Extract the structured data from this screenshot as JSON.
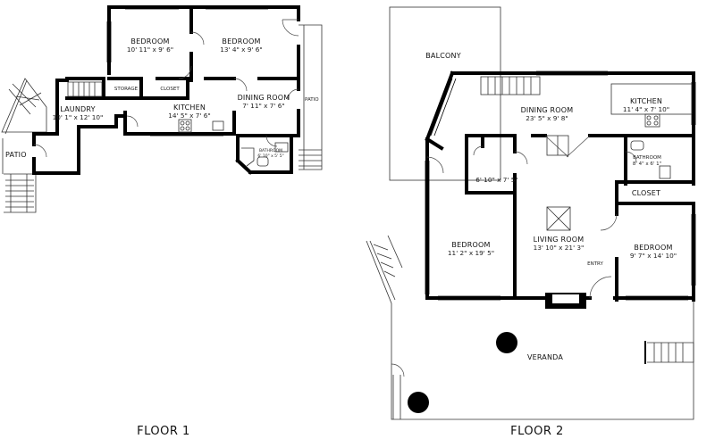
{
  "floor1": {
    "label": "FLOOR 1",
    "rooms": {
      "bedroom_a": {
        "name": "BEDROOM",
        "dim": "10' 11\" x 9' 6\""
      },
      "bedroom_b": {
        "name": "BEDROOM",
        "dim": "13' 4\" x 9' 6\""
      },
      "storage": {
        "name": "STORAGE"
      },
      "closet": {
        "name": "CLOSET"
      },
      "laundry": {
        "name": "LAUNDRY",
        "dim": "10' 1\" x 12' 10\""
      },
      "kitchen": {
        "name": "KITCHEN",
        "dim": "14' 5\" x 7' 6\""
      },
      "dining": {
        "name": "DINING ROOM",
        "dim": "7' 11\" x 7' 6\""
      },
      "patio_right": {
        "name": "PATIO"
      },
      "bathroom": {
        "name": "BATHROOM",
        "dim": "6' 10\" x 5' 5\""
      },
      "patio_left": {
        "name": "PATIO"
      }
    }
  },
  "floor2": {
    "label": "FLOOR 2",
    "rooms": {
      "balcony": {
        "name": "BALCONY"
      },
      "dining": {
        "name": "DINING ROOM",
        "dim": "23' 5\" x 9' 8\""
      },
      "kitchen": {
        "name": "KITCHEN",
        "dim": "11' 4\" x 7' 10\""
      },
      "bathroom": {
        "name": "BATHROOM",
        "dim": "8' 4\" x 6' 1\""
      },
      "closet": {
        "name": "CLOSET"
      },
      "small_room": {
        "dim": "6' 10\" x 7' 5\""
      },
      "bedroom_left": {
        "name": "BEDROOM",
        "dim": "11' 2\" x 19' 5\""
      },
      "living": {
        "name": "LIVING ROOM",
        "dim": "13' 10\" x 21' 3\""
      },
      "entry": {
        "name": "ENTRY"
      },
      "bedroom_right": {
        "name": "BEDROOM",
        "dim": "9' 7\" x 14' 10\""
      },
      "veranda": {
        "name": "VERANDA"
      }
    }
  }
}
